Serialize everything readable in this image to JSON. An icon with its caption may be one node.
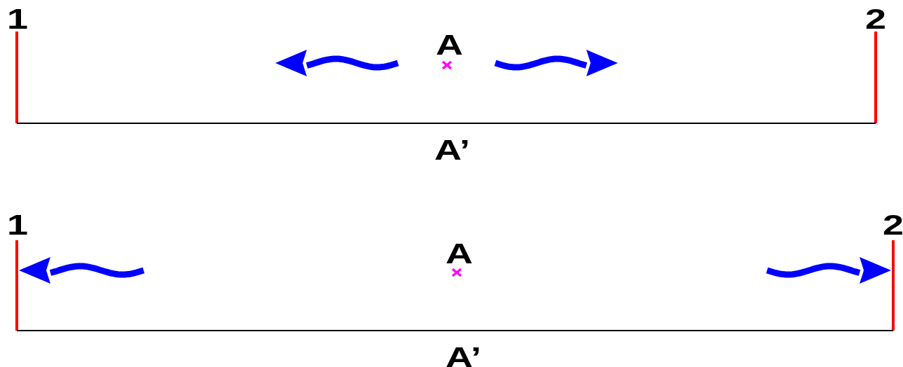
{
  "diagram": {
    "labels": [
      "1",
      "2",
      "A",
      "A’",
      "1",
      "2",
      "A",
      "A’"
    ]
  }
}
